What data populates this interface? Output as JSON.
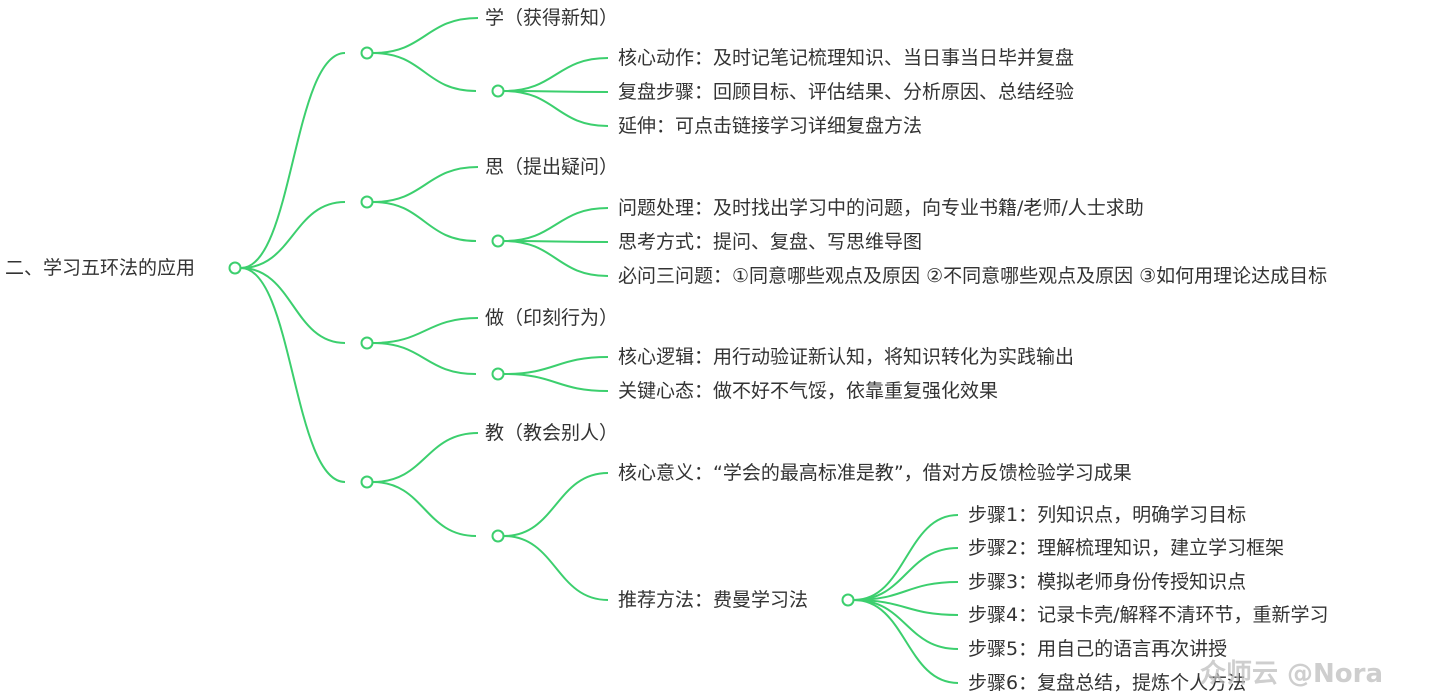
{
  "colors": {
    "branch": "#3ccf6e",
    "text": "#333333"
  },
  "root": "二、学习五环法的应用",
  "branches": [
    {
      "title": "学（获得新知）",
      "items": [
        "核心动作：及时记笔记梳理知识、当日事当日毕并复盘",
        "复盘步骤：回顾目标、评估结果、分析原因、总结经验",
        "延伸：可点击链接学习详细复盘方法"
      ]
    },
    {
      "title": "思（提出疑问）",
      "items": [
        "问题处理：及时找出学习中的问题，向专业书籍/老师/人士求助",
        "思考方式：提问、复盘、写思维导图",
        "必问三问题：①同意哪些观点及原因 ②不同意哪些观点及原因 ③如何用理论达成目标"
      ]
    },
    {
      "title": "做（印刻行为）",
      "items": [
        "核心逻辑：用行动验证新认知，将知识转化为实践输出",
        "关键心态：做不好不气馁，依靠重复强化效果"
      ]
    },
    {
      "title": "教（教会别人）",
      "items": [
        "核心意义：“学会的最高标准是教”，借对方反馈检验学习成果",
        "推荐方法：费曼学习法"
      ],
      "steps": [
        "步骤1：列知识点，明确学习目标",
        "步骤2：理解梳理知识，建立学习框架",
        "步骤3：模拟老师身份传授知识点",
        "步骤4：记录卡壳/解释不清环节，重新学习",
        "步骤5：用自己的语言再次讲授",
        "步骤6：复盘总结，提炼个人方法"
      ]
    }
  ],
  "watermark": "众师云 @Nora"
}
